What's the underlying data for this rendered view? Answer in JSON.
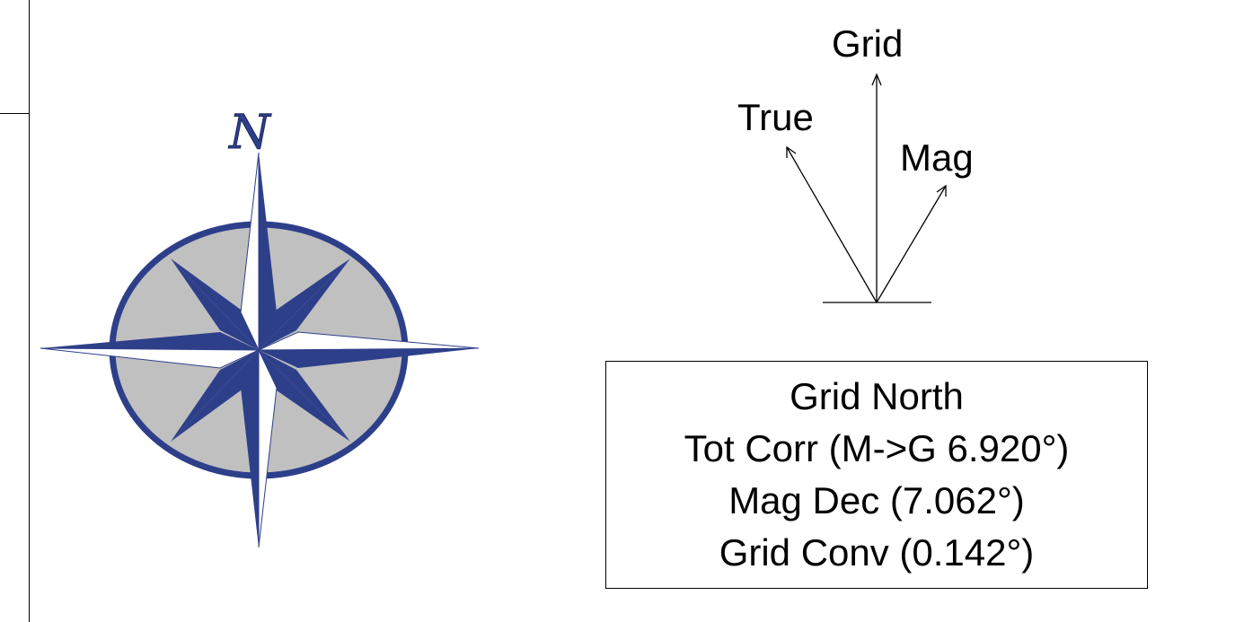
{
  "compass": {
    "north_letter": "N",
    "colors": {
      "blue": "#2e3f8a",
      "grey": "#c0c0c0",
      "white": "#ffffff"
    }
  },
  "north_arrows": {
    "grid_label": "Grid",
    "true_label": "True",
    "mag_label": "Mag"
  },
  "info": {
    "title": "Grid North",
    "tot_corr": "Tot Corr (M->G 6.920°)",
    "mag_dec": "Mag Dec (7.062°)",
    "grid_conv": "Grid Conv (0.142°)"
  }
}
